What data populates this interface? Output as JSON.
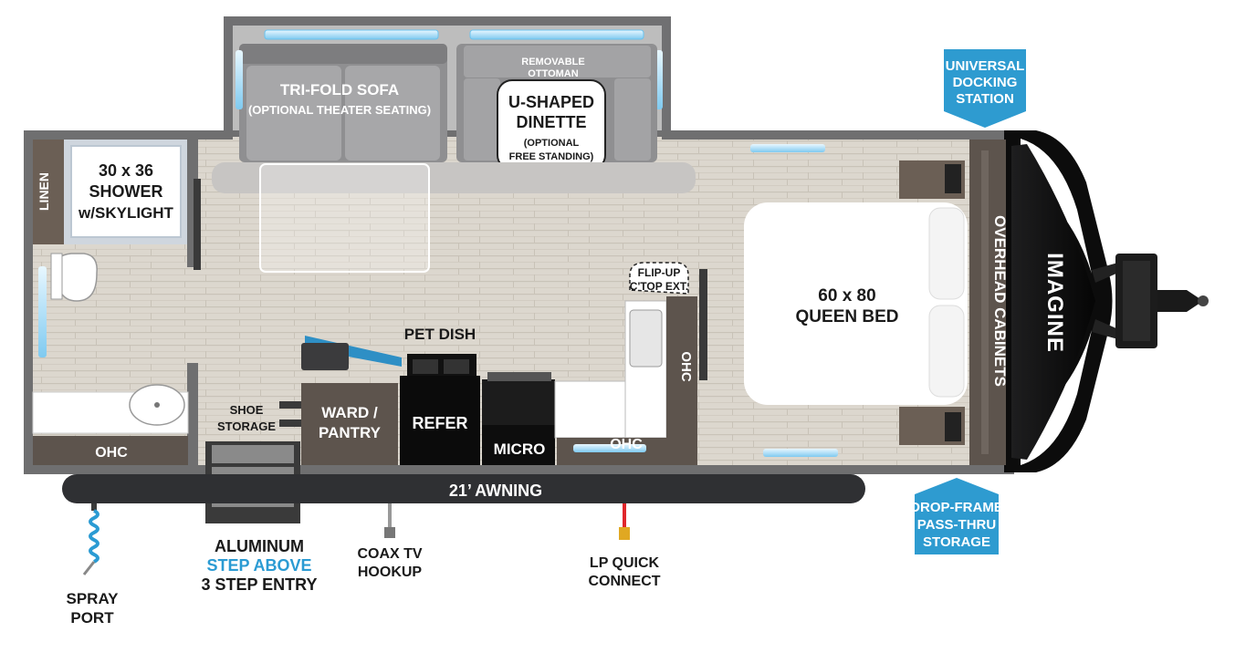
{
  "brand": {
    "name": "IMAGINE"
  },
  "rooms": {
    "sofa": {
      "line1": "TRI-FOLD SOFA",
      "line2": "(OPTIONAL THEATER SEATING)"
    },
    "ottoman": {
      "line1": "REMOVABLE",
      "line2": "OTTOMAN"
    },
    "dinette": {
      "line1": "U-SHAPED",
      "line2": "DINETTE",
      "line3": "(OPTIONAL",
      "line4": "FREE STANDING)"
    },
    "shower": {
      "line1": "30 x 36",
      "line2": "SHOWER",
      "line3": "w/SKYLIGHT"
    },
    "linen": "LINEN",
    "ohc_bath": "OHC",
    "shoe": {
      "line1": "SHOE",
      "line2": "STORAGE"
    },
    "ward": {
      "line1": "WARD /",
      "line2": "PANTRY"
    },
    "refer": "REFER",
    "pet_dish": "PET DISH",
    "micro": "MICRO",
    "ohc_kitchen": "OHC",
    "ohc_side": "OHC",
    "flip": {
      "line1": "FLIP-UP",
      "line2": "C'TOP EXT."
    },
    "bed": {
      "line1": "60 x 80",
      "line2": "QUEEN BED"
    },
    "overhead": "OVERHEAD CABINETS"
  },
  "callouts": {
    "docking": {
      "line1": "UNIVERSAL",
      "line2": "DOCKING",
      "line3": "STATION",
      "color": "#2e9bd0"
    },
    "dropframe": {
      "line1": "DROP-FRAME",
      "line2": "PASS-THRU",
      "line3": "STORAGE",
      "color": "#2e9bd0"
    }
  },
  "exterior": {
    "awning": "21’ AWNING",
    "spray": {
      "line1": "SPRAY",
      "line2": "PORT"
    },
    "step": {
      "line1": "ALUMINUM",
      "line2": "STEP ABOVE",
      "line3": "3 STEP ENTRY"
    },
    "coax": {
      "line1": "COAX TV",
      "line2": "HOOKUP"
    },
    "lp": {
      "line1": "LP QUICK",
      "line2": "CONNECT"
    }
  },
  "colors": {
    "wall": "#6f6f70",
    "floor": "#d9d4cb",
    "cabinet": "#5d544d",
    "accent_blue": "#2b9bd3",
    "window": "#a9dcf3",
    "awning": "#2f3033"
  }
}
